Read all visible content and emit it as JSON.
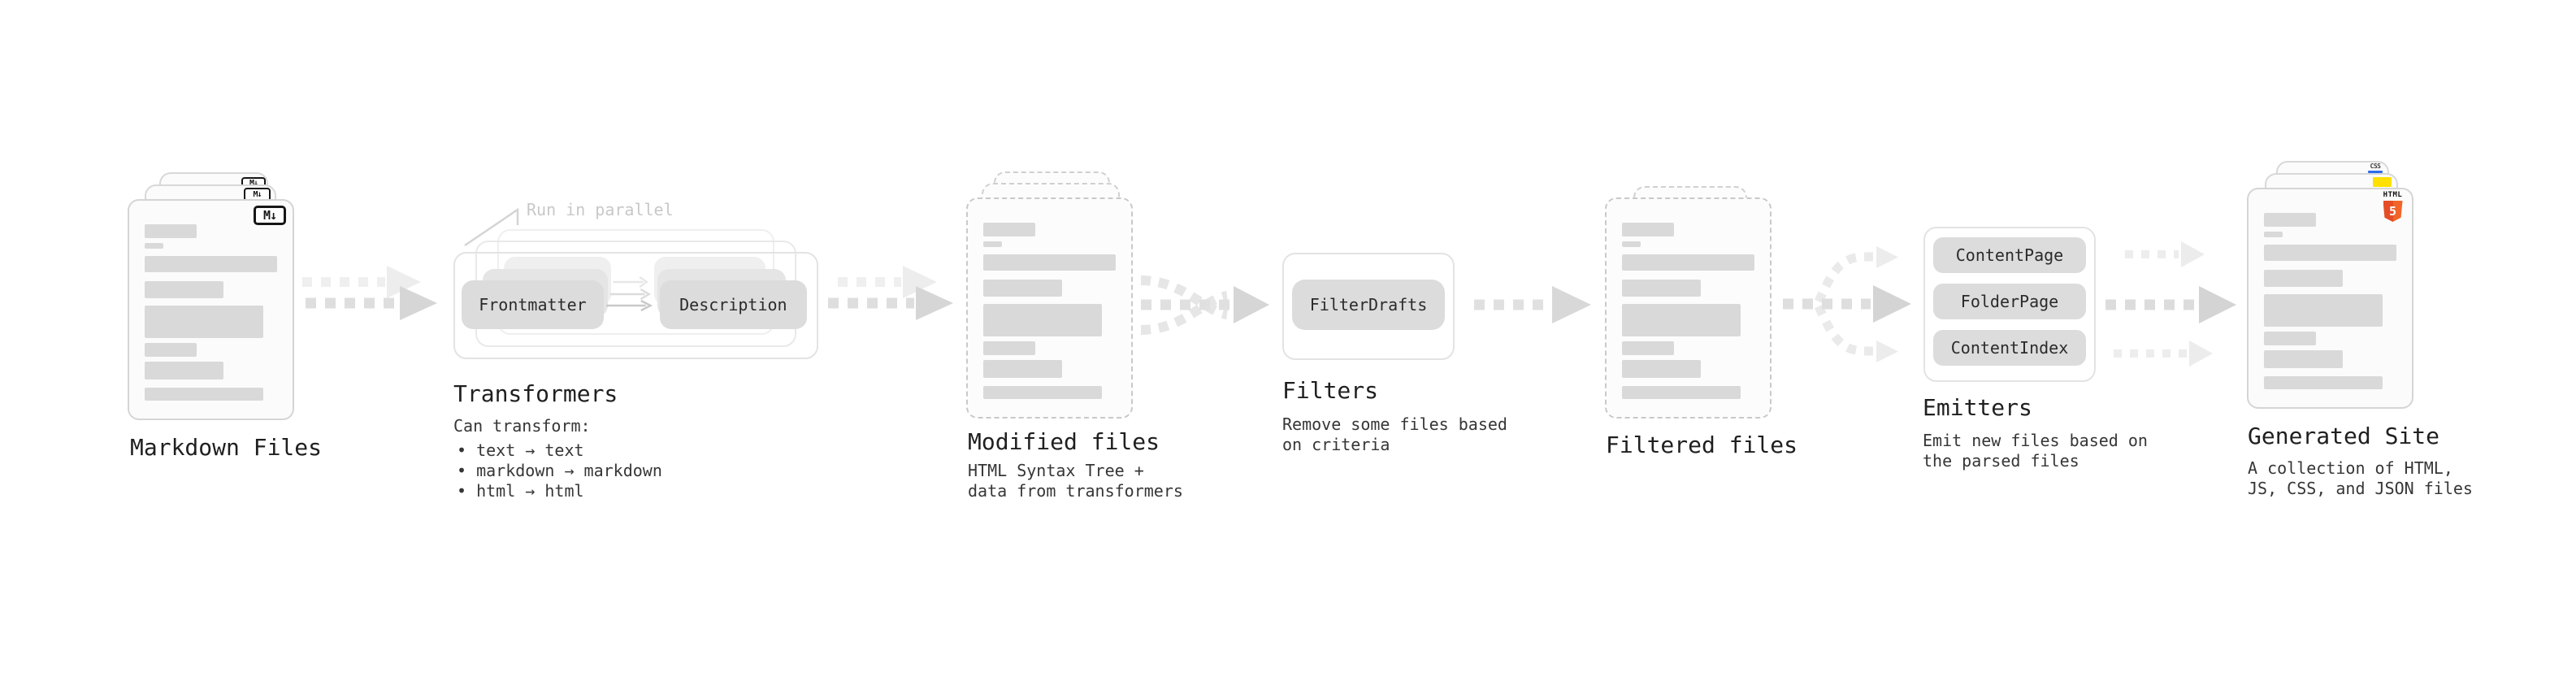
{
  "pipeline": {
    "markdown_files": {
      "label": "Markdown Files",
      "icon_text": "M↓"
    },
    "transformers": {
      "label": "Transformers",
      "note": "Run in parallel",
      "pill_left": "Frontmatter",
      "pill_right": "Description",
      "desc_title": "Can transform:",
      "bullets": [
        "• text → text",
        "• markdown → markdown",
        "• html → html"
      ]
    },
    "modified_files": {
      "label": "Modified files",
      "desc": [
        "HTML Syntax Tree +",
        "data from transformers"
      ]
    },
    "filters": {
      "label": "Filters",
      "pill": "FilterDrafts",
      "desc": [
        "Remove some files based",
        "on criteria"
      ]
    },
    "filtered_files": {
      "label": "Filtered files"
    },
    "emitters": {
      "label": "Emitters",
      "pills": [
        "ContentPage",
        "FolderPage",
        "ContentIndex"
      ],
      "desc": [
        "Emit new files based on",
        "the parsed files"
      ]
    },
    "generated_site": {
      "label": "Generated Site",
      "desc": [
        "A collection of HTML,",
        "JS, CSS, and JSON files"
      ],
      "badges": {
        "css": "CSS",
        "html": "HTML",
        "html_five": "5"
      }
    }
  },
  "colors": {
    "html5_orange": "#e44d26",
    "js_yellow": "#ffe000",
    "css_blue": "#2b6bef",
    "pill_gray": "#dcdcdc",
    "bar_gray": "#d9d9d9"
  }
}
